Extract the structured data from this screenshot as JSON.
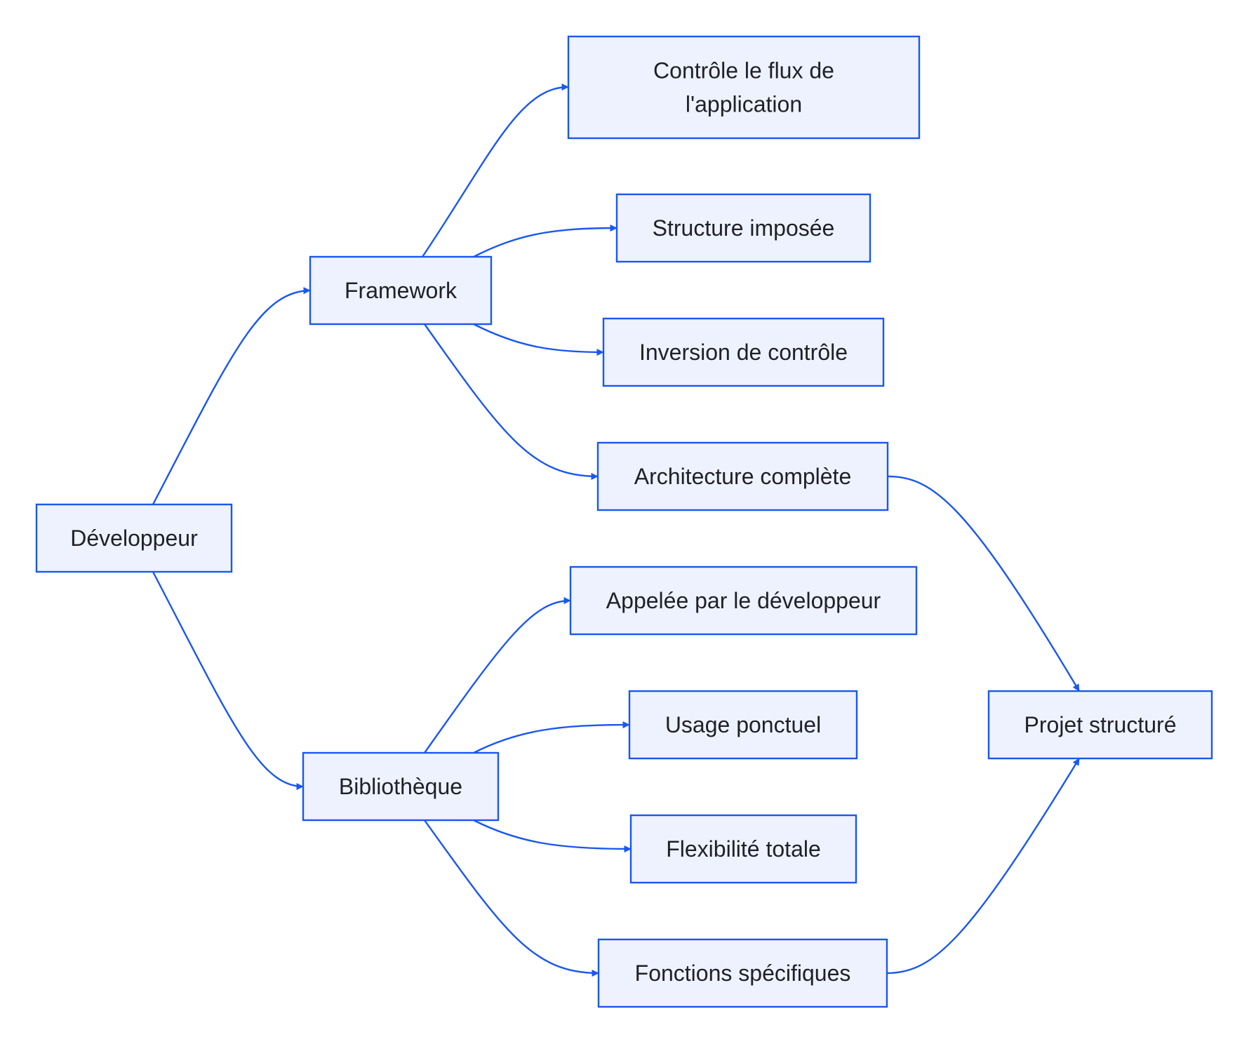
{
  "diagram": {
    "nodes": [
      {
        "id": "dev",
        "lines": [
          "Développeur"
        ]
      },
      {
        "id": "fw",
        "lines": [
          "Framework"
        ]
      },
      {
        "id": "lib",
        "lines": [
          "Bibliothèque"
        ]
      },
      {
        "id": "ctrl",
        "lines": [
          "Contrôle le flux de",
          "l'application"
        ]
      },
      {
        "id": "struct",
        "lines": [
          "Structure imposée"
        ]
      },
      {
        "id": "ioc",
        "lines": [
          "Inversion de contrôle"
        ]
      },
      {
        "id": "arch",
        "lines": [
          "Architecture complète"
        ]
      },
      {
        "id": "called",
        "lines": [
          "Appelée par le développeur"
        ]
      },
      {
        "id": "usage",
        "lines": [
          "Usage ponctuel"
        ]
      },
      {
        "id": "flex",
        "lines": [
          "Flexibilité totale"
        ]
      },
      {
        "id": "funcs",
        "lines": [
          "Fonctions spécifiques"
        ]
      },
      {
        "id": "proj",
        "lines": [
          "Projet structuré"
        ]
      }
    ],
    "edges": [
      {
        "from": "dev",
        "to": "fw"
      },
      {
        "from": "dev",
        "to": "lib"
      },
      {
        "from": "fw",
        "to": "ctrl"
      },
      {
        "from": "fw",
        "to": "struct"
      },
      {
        "from": "fw",
        "to": "ioc"
      },
      {
        "from": "fw",
        "to": "arch"
      },
      {
        "from": "lib",
        "to": "called"
      },
      {
        "from": "lib",
        "to": "usage"
      },
      {
        "from": "lib",
        "to": "flex"
      },
      {
        "from": "lib",
        "to": "funcs"
      },
      {
        "from": "arch",
        "to": "proj"
      },
      {
        "from": "funcs",
        "to": "proj"
      }
    ],
    "colors": {
      "node_fill": "#eef2fe",
      "node_stroke": "#1a57f0",
      "edge": "#1a57f0",
      "text": "#1f2029"
    }
  }
}
